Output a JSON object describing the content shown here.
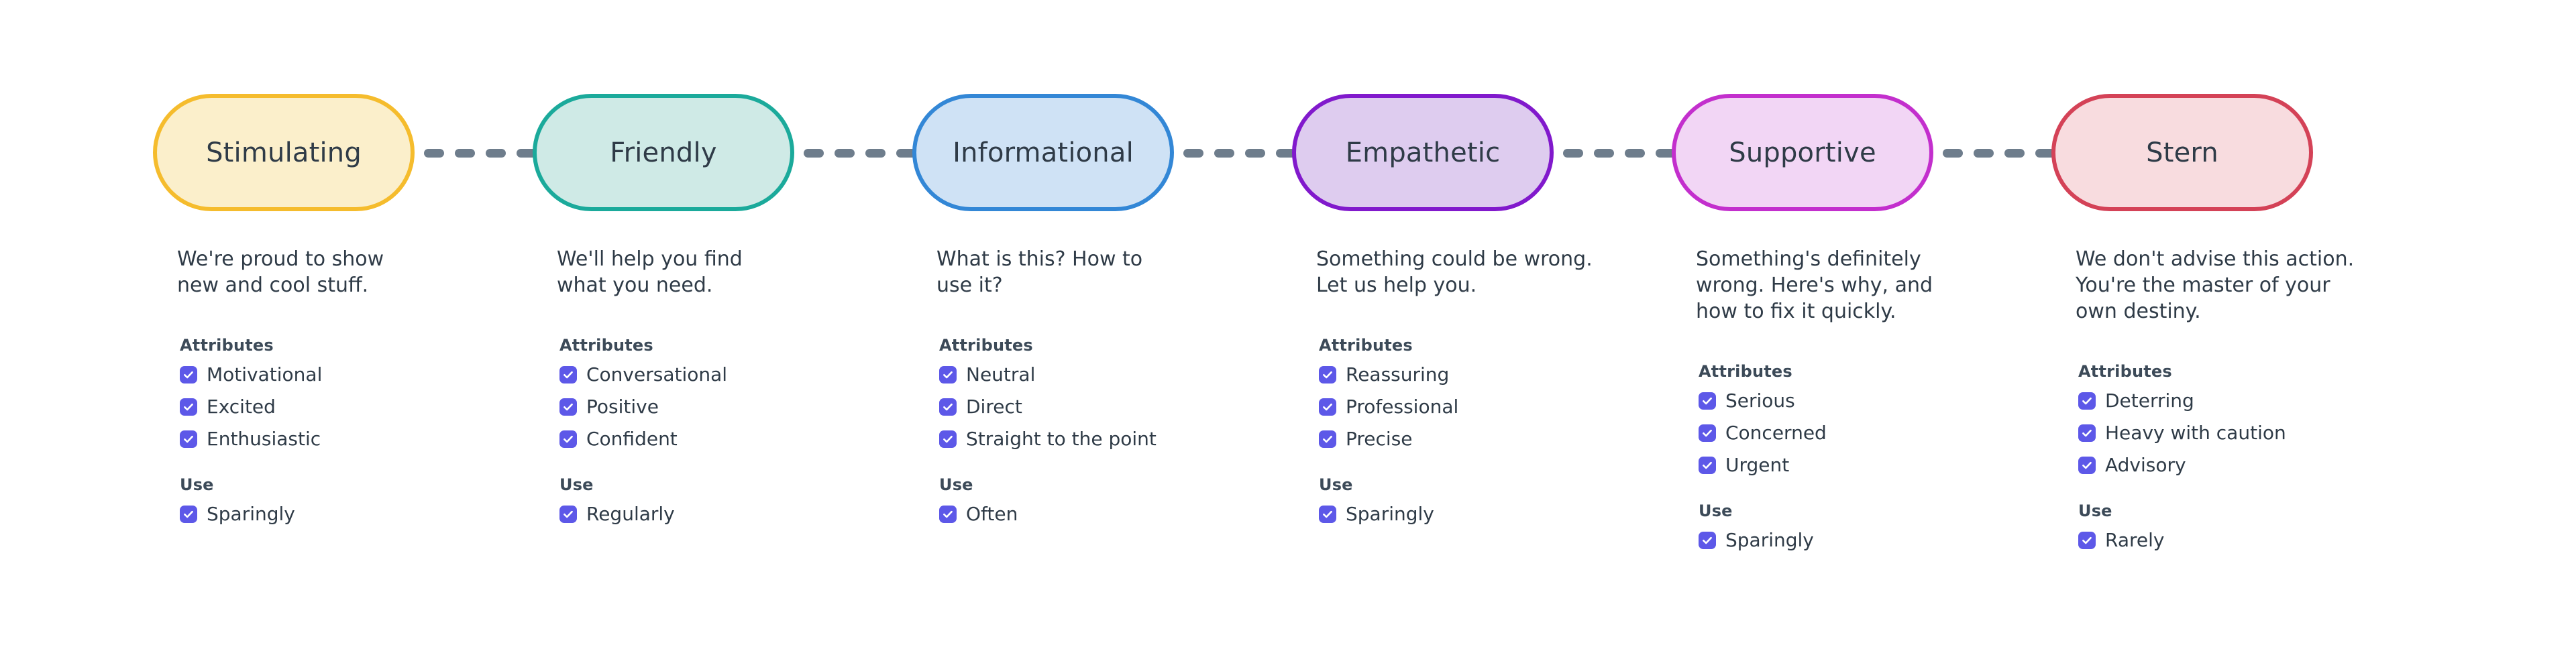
{
  "theme": {
    "page_background": "#FFFFFF",
    "text_color": "#2F3B47",
    "checkbox_color": "#5D58E8",
    "connector_color": "#6E7D8C"
  },
  "labels": {
    "attributes_heading": "Attributes",
    "use_heading": "Use"
  },
  "tones": [
    {
      "name": "Stimulating",
      "fill": "#FBEFCB",
      "border": "#F5BC2D",
      "description_lines": [
        "We're proud to show",
        "new and cool stuff."
      ],
      "attributes": [
        "Motivational",
        "Excited",
        "Enthusiastic"
      ],
      "use": [
        "Sparingly"
      ]
    },
    {
      "name": "Friendly",
      "fill": "#CFEAE6",
      "border": "#1BAA9B",
      "description_lines": [
        "We'll help you find",
        "what you need."
      ],
      "attributes": [
        "Conversational",
        "Positive",
        "Confident"
      ],
      "use": [
        "Regularly"
      ]
    },
    {
      "name": "Informational",
      "fill": "#CFE2F5",
      "border": "#3387D6",
      "description_lines": [
        "What is this? How to",
        "use it?"
      ],
      "attributes": [
        "Neutral",
        "Direct",
        "Straight to the point"
      ],
      "use": [
        "Often"
      ]
    },
    {
      "name": "Empathetic",
      "fill": "#DECCEF",
      "border": "#8119CC",
      "description_lines": [
        "Something could be wrong.",
        "Let us help you."
      ],
      "attributes": [
        "Reassuring",
        "Professional",
        "Precise"
      ],
      "use": [
        "Sparingly"
      ]
    },
    {
      "name": "Supportive",
      "fill": "#F2D6F5",
      "border": "#C32FCD",
      "description_lines": [
        "Something's definitely",
        "wrong. Here's why, and",
        "how to fix it quickly."
      ],
      "attributes": [
        "Serious",
        "Concerned",
        "Urgent"
      ],
      "use": [
        "Sparingly"
      ]
    },
    {
      "name": "Stern",
      "fill": "#F8DCDF",
      "border": "#D44257",
      "description_lines": [
        "We don't advise this action.",
        "You're the master of your",
        "own destiny."
      ],
      "attributes": [
        "Deterring",
        "Heavy with caution",
        "Advisory"
      ],
      "use": [
        "Rarely"
      ]
    }
  ]
}
